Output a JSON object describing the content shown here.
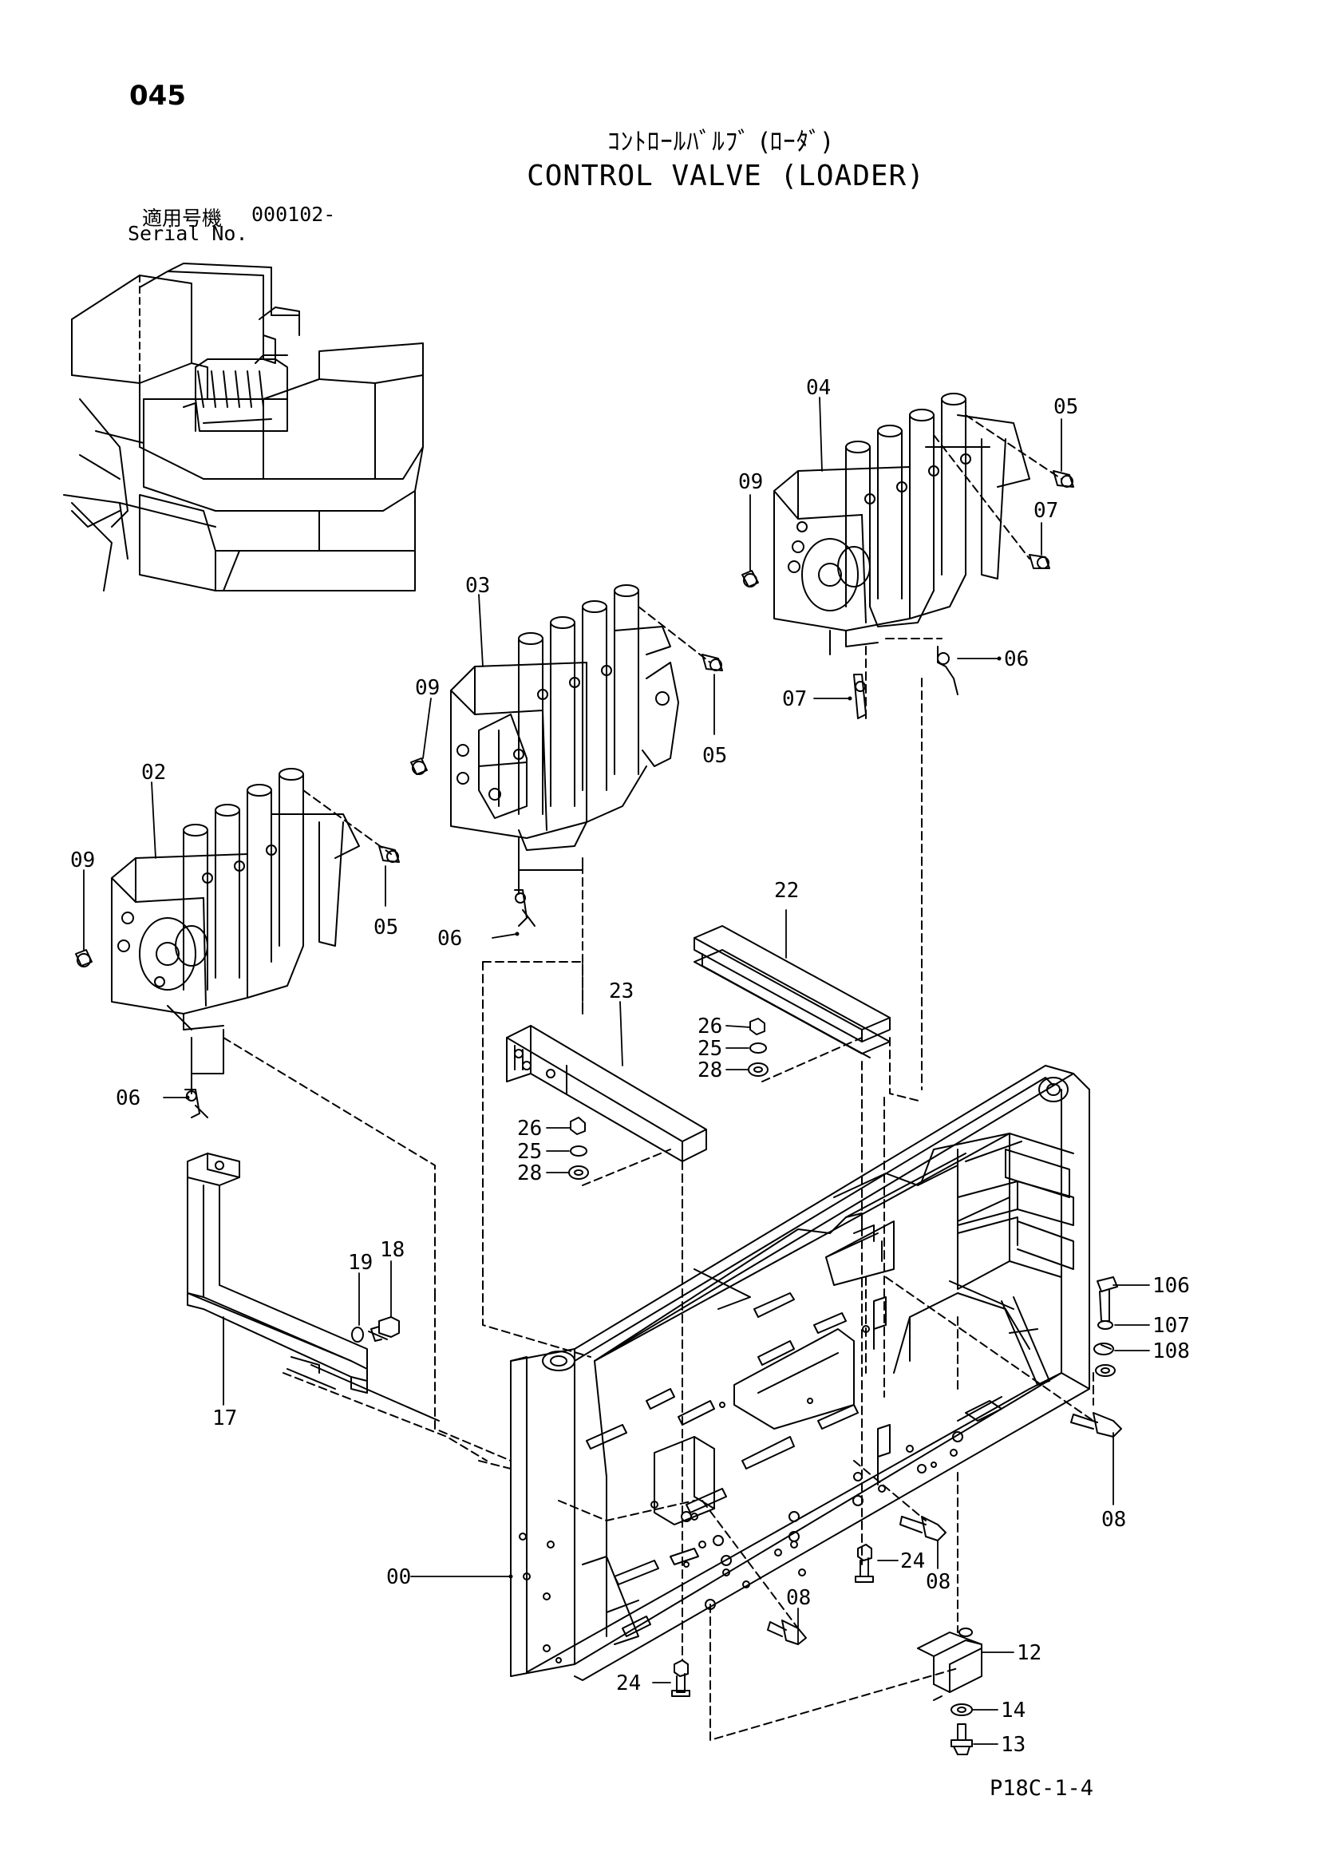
{
  "page_number": "045",
  "title_jp": "ｺﾝﾄﾛｰﾙﾊﾞﾙﾌﾞ (ﾛｰﾀﾞ)",
  "title_en": "CONTROL VALVE (LOADER)",
  "serial_label_jp": "適用号機",
  "serial_value": "000102-",
  "serial_label_en": "Serial No.",
  "doc_code": "P18C-1-4",
  "callouts": [
    {
      "id": "c-04a",
      "text": "04"
    },
    {
      "id": "c-05a",
      "text": "05"
    },
    {
      "id": "c-09a",
      "text": "09"
    },
    {
      "id": "c-07a",
      "text": "07"
    },
    {
      "id": "c-06a",
      "text": "06"
    },
    {
      "id": "c-07b",
      "text": "07"
    },
    {
      "id": "c-03",
      "text": "03"
    },
    {
      "id": "c-09b",
      "text": "09"
    },
    {
      "id": "c-05b",
      "text": "05"
    },
    {
      "id": "c-02",
      "text": "02"
    },
    {
      "id": "c-09c",
      "text": "09"
    },
    {
      "id": "c-05c",
      "text": "05"
    },
    {
      "id": "c-06b",
      "text": "06"
    },
    {
      "id": "c-06c",
      "text": "06"
    },
    {
      "id": "c-22",
      "text": "22"
    },
    {
      "id": "c-23",
      "text": "23"
    },
    {
      "id": "c-26a",
      "text": "26"
    },
    {
      "id": "c-25a",
      "text": "25"
    },
    {
      "id": "c-28a",
      "text": "28"
    },
    {
      "id": "c-26b",
      "text": "26"
    },
    {
      "id": "c-25b",
      "text": "25"
    },
    {
      "id": "c-28b",
      "text": "28"
    },
    {
      "id": "c-19",
      "text": "19"
    },
    {
      "id": "c-18",
      "text": "18"
    },
    {
      "id": "c-17",
      "text": "17"
    },
    {
      "id": "c-106",
      "text": "106"
    },
    {
      "id": "c-107",
      "text": "107"
    },
    {
      "id": "c-108",
      "text": "108"
    },
    {
      "id": "c-08a",
      "text": "08"
    },
    {
      "id": "c-00",
      "text": "00"
    },
    {
      "id": "c-24a",
      "text": "24"
    },
    {
      "id": "c-08b",
      "text": "08"
    },
    {
      "id": "c-08c",
      "text": "08"
    },
    {
      "id": "c-12",
      "text": "12"
    },
    {
      "id": "c-24b",
      "text": "24"
    },
    {
      "id": "c-14",
      "text": "14"
    },
    {
      "id": "c-13",
      "text": "13"
    }
  ]
}
